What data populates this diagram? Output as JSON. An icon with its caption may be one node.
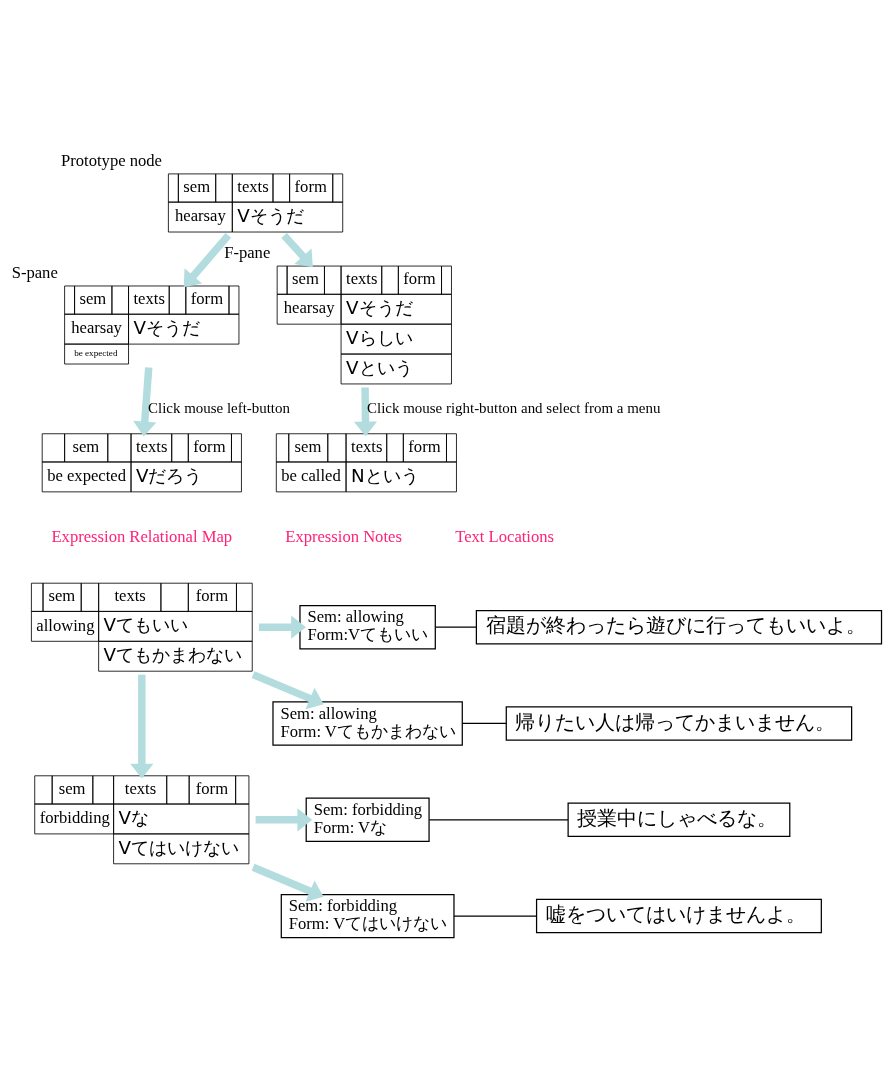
{
  "diagram": {
    "nodes": [
      {
        "text": [
          "sem",
          "texts",
          "form",
          "hearsay",
          "Vそうだ"
        ],
        "beside": [
          "Prototype node"
        ]
      },
      {
        "text": [
          "sem",
          "texts",
          "form",
          "hearsay",
          "Vそうだ",
          "be expected"
        ],
        "beside": [
          "S-pane"
        ]
      },
      {
        "text": [
          "sem",
          "texts",
          "form",
          "hearsay",
          "Vそうだ",
          "Vらしい",
          "Vという"
        ],
        "beside": [
          "F-pane"
        ]
      },
      {
        "text": [
          "sem",
          "texts",
          "form",
          "be expected",
          "Vだろう"
        ]
      },
      {
        "text": [
          "sem",
          "texts",
          "form",
          "be called",
          "Nという"
        ]
      },
      {
        "text": [
          "sem",
          "texts",
          "form",
          "allowing",
          "Vてもいい",
          "Vてもかまわない"
        ]
      },
      {
        "text": [
          "Sem: allowing",
          "Form:Vてもいい"
        ]
      },
      {
        "text": [
          "Sem: allowing",
          "Form: Vてもかまわない"
        ]
      },
      {
        "text": [
          "宿題が終わったら遊びに行ってもいいよ。"
        ]
      },
      {
        "text": [
          "帰りたい人は帰ってかまいません。"
        ]
      },
      {
        "text": [
          "sem",
          "texts",
          "form",
          "forbidding",
          "Vな",
          "Vてはいけない"
        ]
      },
      {
        "text": [
          "Sem: forbidding",
          "Form: Vな"
        ]
      },
      {
        "text": [
          "Sem: forbidding",
          "Form: Vてはいけない"
        ]
      },
      {
        "text": [
          "授業中にしゃべるな。"
        ]
      },
      {
        "text": [
          "嘘をついてはいけませんよ。"
        ]
      }
    ],
    "edges": [
      {
        "from": 0,
        "to": 1,
        "arrow": "to"
      },
      {
        "from": 0,
        "to": 2,
        "arrow": "to"
      },
      {
        "from": 1,
        "to": 3,
        "arrow": "to",
        "label": "Click mouse left-button"
      },
      {
        "from": 2,
        "to": 4,
        "arrow": "to",
        "label": "Click mouse right-button and select from a menu"
      },
      {
        "from": 5,
        "to": 6,
        "arrow": "to"
      },
      {
        "from": 5,
        "to": 7,
        "arrow": "to"
      },
      {
        "from": 5,
        "to": 10,
        "arrow": "to"
      },
      {
        "from": 10,
        "to": 11,
        "arrow": "to"
      },
      {
        "from": 10,
        "to": 12,
        "arrow": "to"
      },
      {
        "from": 6,
        "to": 8,
        "arrow": "none",
        "color": "#000000"
      },
      {
        "from": 7,
        "to": 9,
        "arrow": "none",
        "color": "#000000"
      },
      {
        "from": 11,
        "to": 13,
        "arrow": "none",
        "color": "#000000"
      },
      {
        "from": 12,
        "to": 14,
        "arrow": "none",
        "color": "#000000"
      }
    ],
    "labels": [
      "Expression Relational Map",
      "Expression Notes",
      "Text Locations"
    ]
  }
}
